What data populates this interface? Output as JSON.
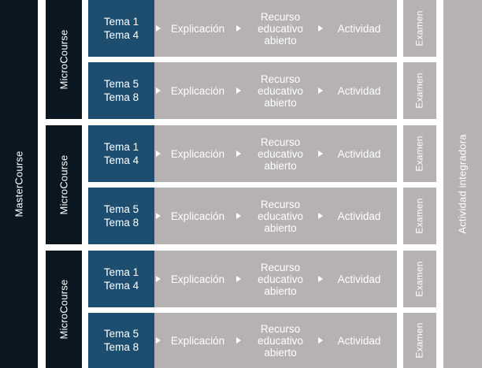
{
  "master_label": "MasterCourse",
  "integradora_label": "Actividad integradora",
  "microcourses": [
    {
      "label": "MicroCourse",
      "rows": [
        {
          "tema_line1": "Tema 1",
          "tema_line2": "Tema 4",
          "explicacion": "Explicación",
          "recurso_line1": "Recurso",
          "recurso_line2": "educativo",
          "recurso_line3": "abierto",
          "actividad": "Actividad",
          "examen": "Examen"
        },
        {
          "tema_line1": "Tema 5",
          "tema_line2": "Tema 8",
          "explicacion": "Explicación",
          "recurso_line1": "Recurso",
          "recurso_line2": "educativo",
          "recurso_line3": "abierto",
          "actividad": "Actividad",
          "examen": "Examen"
        }
      ]
    },
    {
      "label": "MicroCourse",
      "rows": [
        {
          "tema_line1": "Tema 1",
          "tema_line2": "Tema 4",
          "explicacion": "Explicación",
          "recurso_line1": "Recurso",
          "recurso_line2": "educativo",
          "recurso_line3": "abierto",
          "actividad": "Actividad",
          "examen": "Examen"
        },
        {
          "tema_line1": "Tema 5",
          "tema_line2": "Tema 8",
          "explicacion": "Explicación",
          "recurso_line1": "Recurso",
          "recurso_line2": "educativo",
          "recurso_line3": "abierto",
          "actividad": "Actividad",
          "examen": "Examen"
        }
      ]
    },
    {
      "label": "MicroCourse",
      "rows": [
        {
          "tema_line1": "Tema 1",
          "tema_line2": "Tema 4",
          "explicacion": "Explicación",
          "recurso_line1": "Recurso",
          "recurso_line2": "educativo",
          "recurso_line3": "abierto",
          "actividad": "Actividad",
          "examen": "Examen"
        },
        {
          "tema_line1": "Tema 5",
          "tema_line2": "Tema 8",
          "explicacion": "Explicación",
          "recurso_line1": "Recurso",
          "recurso_line2": "educativo",
          "recurso_line3": "abierto",
          "actividad": "Actividad",
          "examen": "Examen"
        }
      ]
    }
  ],
  "colors": {
    "dark_navy": "#0b1720",
    "tema_blue": "#1d4e6f",
    "gray_block": "#b5b2b1",
    "text_white": "#ffffff"
  }
}
